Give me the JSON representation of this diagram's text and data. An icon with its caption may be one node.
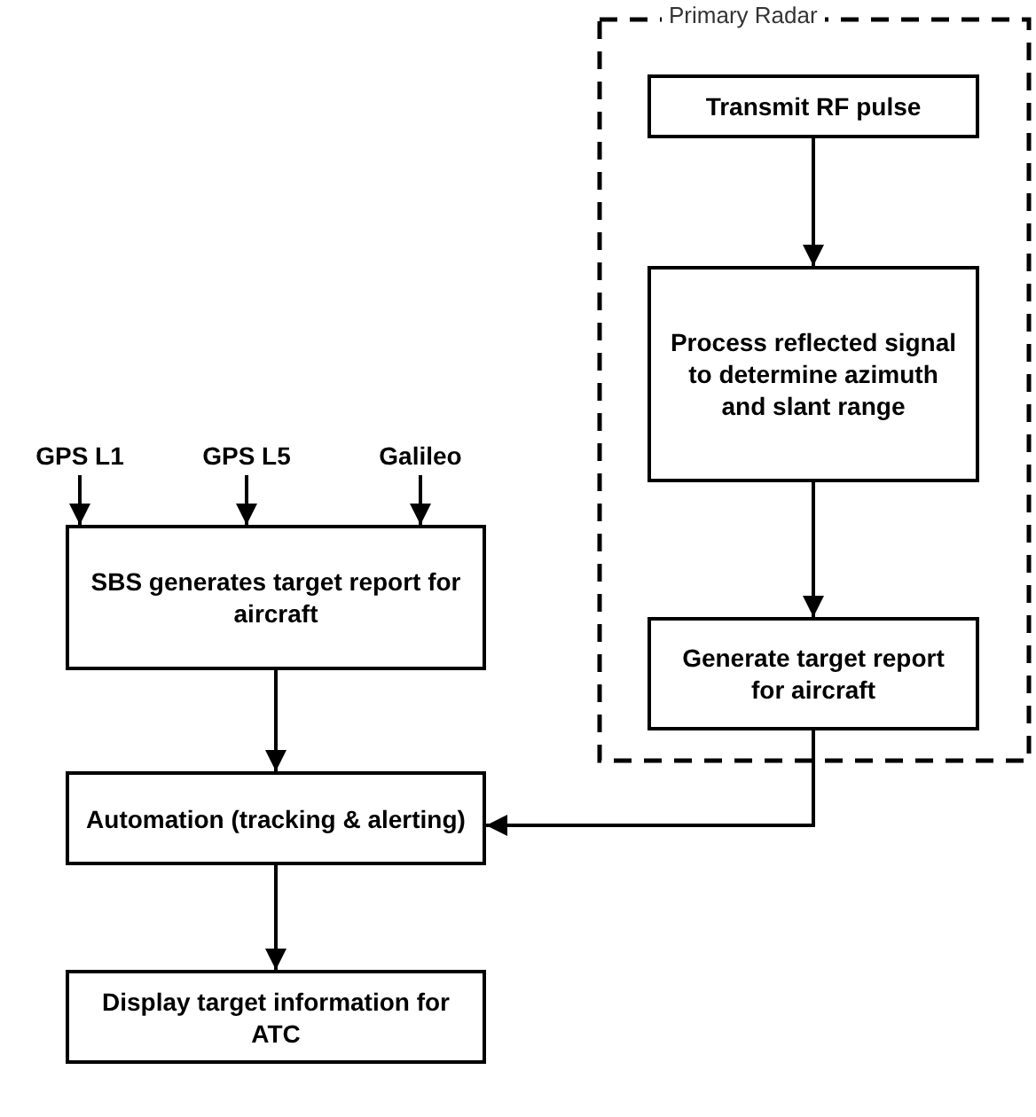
{
  "diagram": {
    "nodes": [
      {
        "text": [
          "Primary Radar"
        ]
      },
      {
        "text": [
          "Transmit RF pulse"
        ],
        "in": 0
      },
      {
        "text": [
          "Process reflected signal to determine azimuth and slant range"
        ],
        "in": 0
      },
      {
        "text": [
          "Generate target report for aircraft"
        ],
        "in": 0
      },
      {
        "text": [
          "GPS L1"
        ]
      },
      {
        "text": [
          "GPS L5"
        ]
      },
      {
        "text": [
          "Galileo"
        ]
      },
      {
        "text": [
          "SBS generates target report for aircraft"
        ]
      },
      {
        "text": [
          "Automation (tracking & alerting)"
        ]
      },
      {
        "text": [
          "Display target information for ATC"
        ]
      }
    ],
    "edges": [
      {
        "from": 1,
        "to": 2,
        "arrow": "to"
      },
      {
        "from": 2,
        "to": 3,
        "arrow": "to"
      },
      {
        "from": 4,
        "to": 7,
        "arrow": "to"
      },
      {
        "from": 5,
        "to": 7,
        "arrow": "to"
      },
      {
        "from": 6,
        "to": 7,
        "arrow": "to"
      },
      {
        "from": 7,
        "to": 8,
        "arrow": "to"
      },
      {
        "from": 3,
        "to": 8,
        "arrow": "to"
      },
      {
        "from": 8,
        "to": 9,
        "arrow": "to"
      }
    ]
  }
}
